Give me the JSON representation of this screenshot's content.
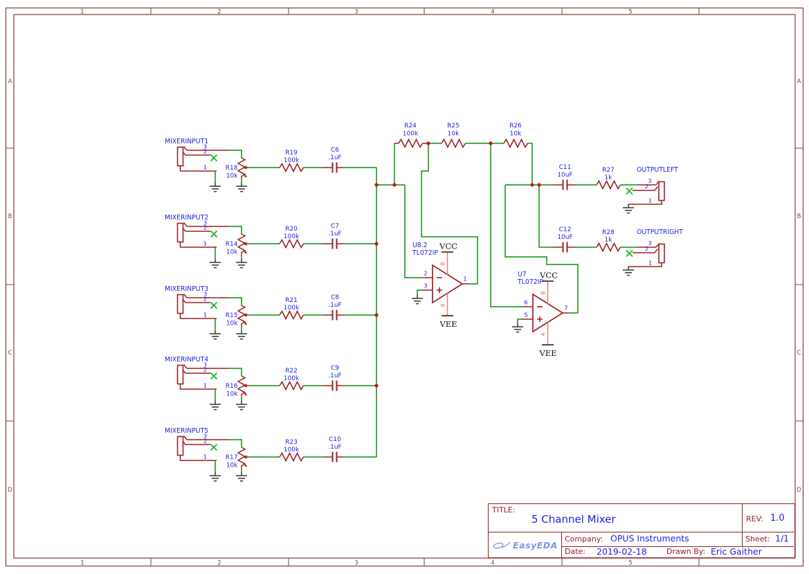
{
  "sheet": {
    "zone_columns": [
      "1",
      "2",
      "3",
      "4",
      "5"
    ],
    "zone_rows": [
      "A",
      "B",
      "C",
      "D"
    ]
  },
  "title_block": {
    "title_label": "TITLE:",
    "title": "5 Channel Mixer",
    "rev_label": "REV:",
    "rev": "1.0",
    "company_label": "Company:",
    "company": "OPUS Instruments",
    "sheet_label": "Sheet:",
    "sheet": "1/1",
    "date_label": "Date:",
    "date": "2019-02-18",
    "drawn_by_label": "Drawn By:",
    "drawn_by": "Eric Gaither",
    "logo": "EasyEDA"
  },
  "channels": [
    {
      "label": "MIXERINPUT1",
      "pot": {
        "ref": "R18",
        "value": "10k"
      },
      "res": {
        "ref": "R19",
        "value": "100k"
      },
      "cap": {
        "ref": "C6",
        "value": ".1uF"
      },
      "pins": {
        "tip": "3",
        "ring": "2",
        "sleeve": "1"
      }
    },
    {
      "label": "MIXERINPUT2",
      "pot": {
        "ref": "R14",
        "value": "10k"
      },
      "res": {
        "ref": "R20",
        "value": "100k"
      },
      "cap": {
        "ref": "C7",
        "value": ".1uF"
      },
      "pins": {
        "tip": "3",
        "ring": "2",
        "sleeve": "1"
      }
    },
    {
      "label": "MIXERINPUT3",
      "pot": {
        "ref": "R15",
        "value": "10k"
      },
      "res": {
        "ref": "R21",
        "value": "100k"
      },
      "cap": {
        "ref": "C8",
        "value": ".1uF"
      },
      "pins": {
        "tip": "3",
        "ring": "2",
        "sleeve": "1"
      }
    },
    {
      "label": "MIXERINPUT4",
      "pot": {
        "ref": "R16",
        "value": "10k"
      },
      "res": {
        "ref": "R22",
        "value": "100k"
      },
      "cap": {
        "ref": "C9",
        "value": ".1uF"
      },
      "pins": {
        "tip": "3",
        "ring": "2",
        "sleeve": "1"
      }
    },
    {
      "label": "MIXERINPUT5",
      "pot": {
        "ref": "R17",
        "value": "10k"
      },
      "res": {
        "ref": "R23",
        "value": "100k"
      },
      "cap": {
        "ref": "C10",
        "value": ".1uF"
      },
      "pins": {
        "tip": "3",
        "ring": "2",
        "sleeve": "1"
      }
    }
  ],
  "summing_resistors": [
    {
      "ref": "R24",
      "value": "100k"
    },
    {
      "ref": "R25",
      "value": "10k"
    },
    {
      "ref": "R26",
      "value": "10k"
    }
  ],
  "opamps": [
    {
      "ref": "U8.2",
      "part": "TL072IP",
      "vcc": "VCC",
      "vee": "VEE",
      "pins": {
        "inv": "2",
        "noninv": "3",
        "out": "1",
        "vcc": "8",
        "vee": "4"
      }
    },
    {
      "ref": "U7",
      "part": "TL072IP",
      "vcc": "VCC",
      "vee": "VEE",
      "pins": {
        "inv": "6",
        "noninv": "5",
        "out": "7",
        "vcc": "8",
        "vee": "4"
      }
    }
  ],
  "outputs": [
    {
      "label": "OUTPUTLEFT",
      "cap": {
        "ref": "C11",
        "value": "10uF"
      },
      "res": {
        "ref": "R27",
        "value": "1k"
      },
      "pins": {
        "tip": "3",
        "ring": "2",
        "sleeve": "1"
      }
    },
    {
      "label": "OUTPUTRIGHT",
      "cap": {
        "ref": "C12",
        "value": "10uF"
      },
      "res": {
        "ref": "R28",
        "value": "1k"
      },
      "pins": {
        "tip": "3",
        "ring": "2",
        "sleeve": "1"
      }
    }
  ],
  "colors": {
    "wire": "#0b8f0b",
    "component": "#9e1f1f",
    "label": "#1d1de0",
    "frame": "#8b3a3a",
    "title_text": "#992020",
    "value_text": "#1d1de0",
    "junction": "#c81414",
    "no_connect": "#17b517",
    "power_pin": "#e06565",
    "ground": "#3f3f3f",
    "logo": "#7b96e8"
  }
}
